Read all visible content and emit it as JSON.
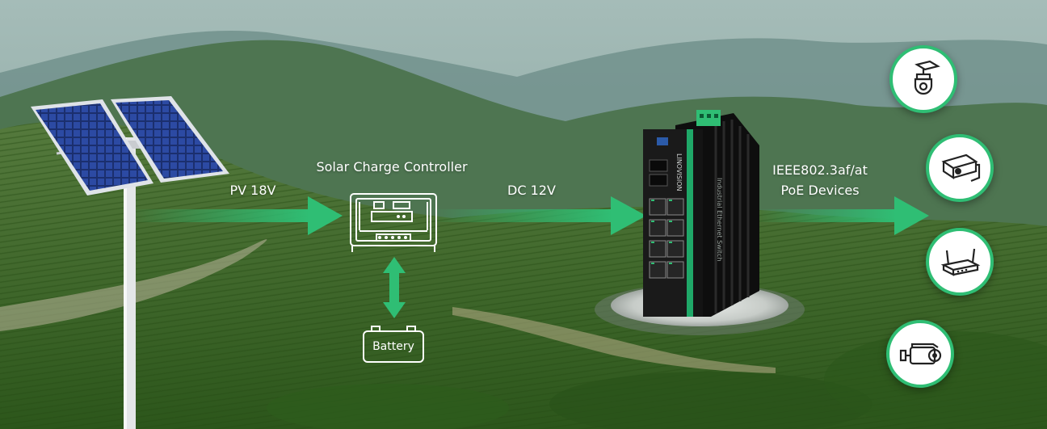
{
  "labels": {
    "pv_voltage": "PV 18V",
    "controller": "Solar Charge Controller",
    "dc_voltage": "DC 12V",
    "poe_line1": "IEEE802.3af/at",
    "poe_line2": "PoE Devices",
    "battery": "Battery",
    "switch_brand": "LINOVISION",
    "switch_side": "Industrial Ethernet Switch"
  },
  "devices": [
    {
      "icon": "ptz-dome-camera-icon"
    },
    {
      "icon": "box-camera-icon"
    },
    {
      "icon": "wifi-router-icon"
    },
    {
      "icon": "bullet-camera-icon"
    }
  ],
  "colors": {
    "accent_green": "#2fbe74",
    "switch_body": "#141414",
    "switch_stripe": "#1fa868"
  }
}
